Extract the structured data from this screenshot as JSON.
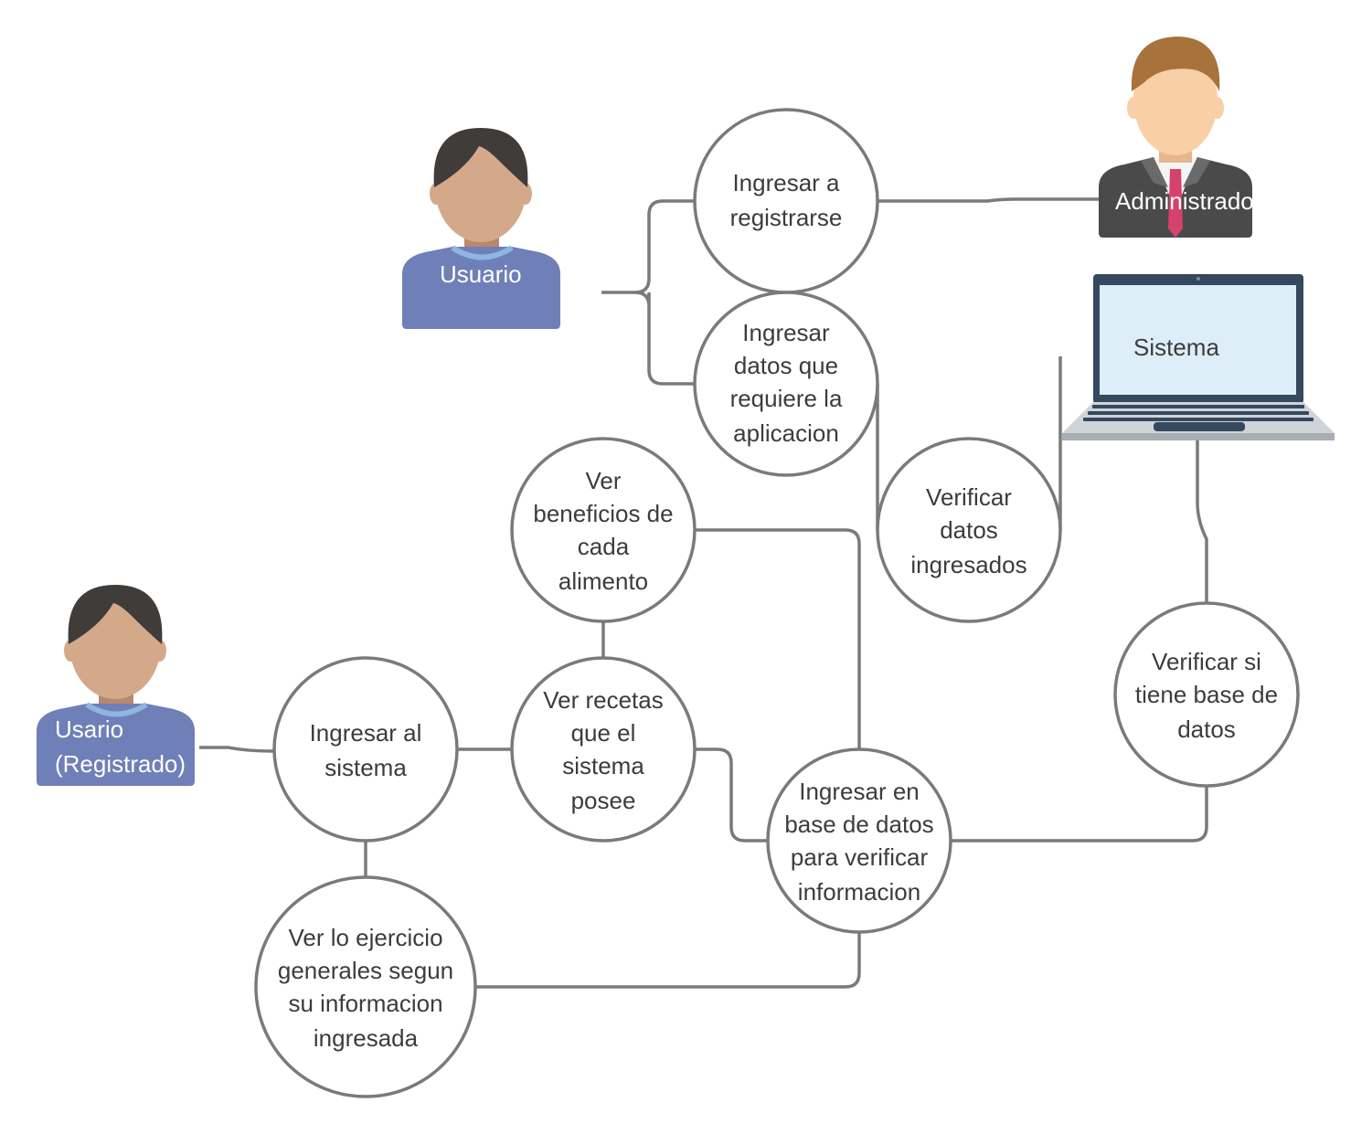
{
  "actors": {
    "usuario": {
      "label": "Usuario"
    },
    "usuario_registrado": {
      "lines": [
        "Usario",
        "(Registrado)"
      ]
    },
    "administrador": {
      "label": "Administrador"
    },
    "sistema": {
      "label": "Sistema"
    }
  },
  "nodes": {
    "ingresar_registrarse": [
      "Ingresar a",
      "registrarse"
    ],
    "ingresar_datos": [
      "Ingresar",
      "datos que",
      "requiere la",
      "aplicacion"
    ],
    "verificar_datos": [
      "Verificar",
      "datos",
      "ingresados"
    ],
    "ver_beneficios": [
      "Ver",
      "beneficios de",
      "cada",
      "alimento"
    ],
    "ver_recetas": [
      "Ver recetas",
      "que el",
      "sistema",
      "posee"
    ],
    "ingresar_sistema": [
      "Ingresar al",
      "sistema"
    ],
    "ingresar_bd": [
      "Ingresar en",
      "base de datos",
      "para verificar",
      "informacion"
    ],
    "verificar_bd": [
      "Verificar si",
      "tiene base de",
      "datos"
    ],
    "ver_ejercicio": [
      "Ver lo ejercicio",
      "generales segun",
      "su informacion",
      "ingresada"
    ]
  },
  "colors": {
    "edge": "#7a7a7a",
    "shirt": "#6f7fb8",
    "skin": "#d4a98a",
    "hair": "#3f3c3a",
    "suit": "#4a4a4a",
    "tie": "#d6426b",
    "screen": "#ddeef8",
    "laptop_frame": "#34495e"
  }
}
